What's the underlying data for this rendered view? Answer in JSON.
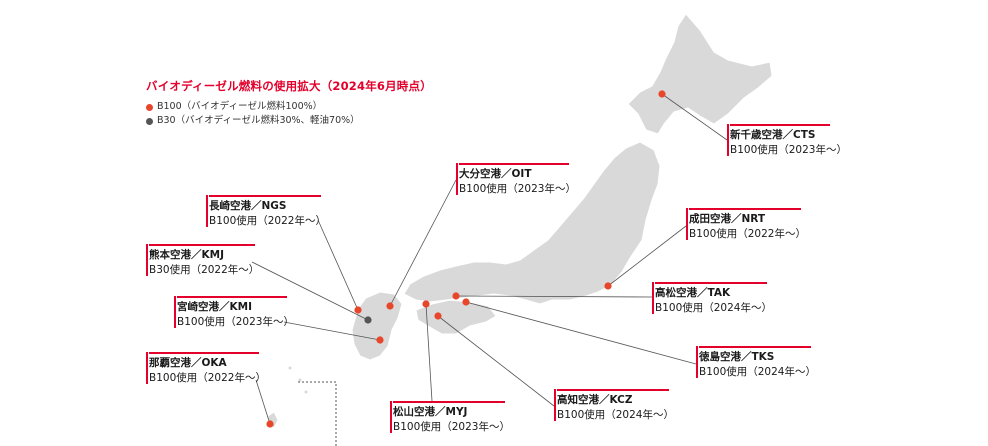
{
  "legend": {
    "title": "バイオディーゼル燃料の使用拡大（2024年6月時点）",
    "b100": "B100（バイオディーゼル燃料100%）",
    "b30": "B30（バイオディーゼル燃料30%、軽油70%）"
  },
  "colors": {
    "b100": "#e8462a",
    "b30": "#555555",
    "accent": "#e4002b",
    "land": "#d9d9d9"
  },
  "airports": [
    {
      "id": "cts",
      "name": "新千歳空港／CTS",
      "usage": "B100使用（2023年～）",
      "type": "B100"
    },
    {
      "id": "oit",
      "name": "大分空港／OIT",
      "usage": "B100使用（2023年～）",
      "type": "B100"
    },
    {
      "id": "ngs",
      "name": "長崎空港／NGS",
      "usage": "B100使用（2022年～）",
      "type": "B100"
    },
    {
      "id": "nrt",
      "name": "成田空港／NRT",
      "usage": "B100使用（2022年～）",
      "type": "B100"
    },
    {
      "id": "kmj",
      "name": "熊本空港／KMJ",
      "usage": "B30使用（2022年～）",
      "type": "B30"
    },
    {
      "id": "tak",
      "name": "高松空港／TAK",
      "usage": "B100使用（2024年～）",
      "type": "B100"
    },
    {
      "id": "kmi",
      "name": "宮崎空港／KMI",
      "usage": "B100使用（2023年～）",
      "type": "B100"
    },
    {
      "id": "tks",
      "name": "徳島空港／TKS",
      "usage": "B100使用（2024年～）",
      "type": "B100"
    },
    {
      "id": "oka",
      "name": "那覇空港／OKA",
      "usage": "B100使用（2022年～）",
      "type": "B100"
    },
    {
      "id": "kcz",
      "name": "高知空港／KCZ",
      "usage": "B100使用（2024年～）",
      "type": "B100"
    },
    {
      "id": "myj",
      "name": "松山空港／MYJ",
      "usage": "B100使用（2023年～）",
      "type": "B100"
    }
  ]
}
